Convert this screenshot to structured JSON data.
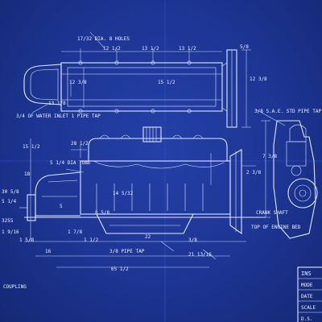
{
  "labels": {
    "holes": "17/32 DIA. 8 HOLES",
    "top_12": "12 1/2",
    "top_13_1": "13 1/2",
    "top_13_2": "13 1/2",
    "top_right": "5/8",
    "left_12": "12 3/8",
    "left_13": "13 1/8",
    "mid_15": "15 1/2",
    "right_12": "12 3/8",
    "water_inlet": "3/4 OF WATER INLET 1 PIPE TAP",
    "sae_tap": "3/8 S.A.E. STD PIPE TAP",
    "dim_15": "15 1/2",
    "dim_28": "28 1/2",
    "dia_tube": "5 1/4 DIA TUBE",
    "dim_18": "18",
    "dim_14": "14 5/32",
    "dim_7": "7 3/8",
    "dim_23": "2 3/8",
    "crankshaft": "CRANK SHAFT",
    "top_engine": "TOP OF ENGINE BED",
    "dim_16": "16",
    "dim_1_6": "1 5/8",
    "dim_1_8": "1 7/8",
    "dim_1_2": "1 1/2",
    "dim_3_8": "3/8",
    "pipe_tap": "3/8 PIPE TAP",
    "dim_21": "21 13/16",
    "dim_65": "65 1/2",
    "dim_22": "22",
    "dim_8": "8 5/8",
    "dim_5": "5",
    "left_30": "30 5/8",
    "left_514": "5 1/4",
    "left_3255": "3255",
    "left_dim": "1 9/16",
    "coupling": "COUPLING",
    "title_ins": "INS",
    "title_model": "MODE",
    "title_date": "DATE",
    "title_scale": "SCALE",
    "title_ds": "D.S."
  },
  "colors": {
    "paper": "#1d3593",
    "ink": "#dfe7ff"
  }
}
